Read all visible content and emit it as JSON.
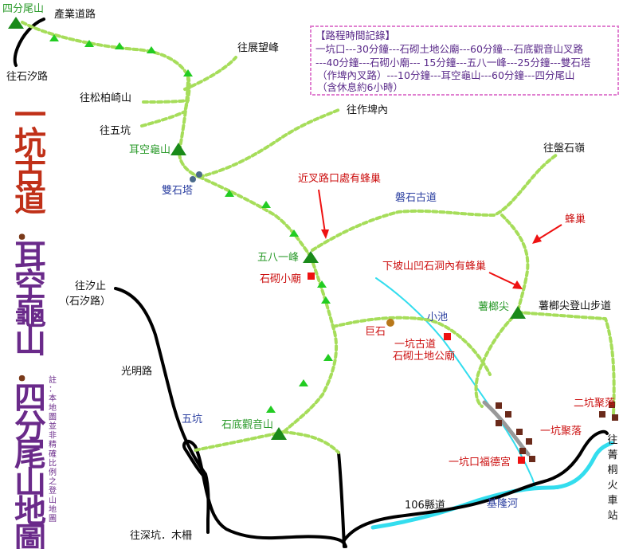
{
  "title_chars": [
    "一",
    "坑",
    "古",
    "道",
    "．",
    "耳",
    "空",
    "龜",
    "山",
    "．",
    "四",
    "分",
    "尾",
    "山",
    "地",
    "圖"
  ],
  "title_colors": {
    "yikeng": "#c03018",
    "erkong": "#6a2a8a",
    "sifen": "#6a2a8a",
    "dot": "#7a3a1a"
  },
  "disclaimer_chars": [
    "註",
    "：",
    "本",
    "地",
    "圖",
    "並",
    "非",
    "精",
    "確",
    "比",
    "例",
    "之",
    "登",
    "山",
    "地",
    "圖"
  ],
  "record_box": {
    "heading": "【路程時間記錄】",
    "lines": [
      "一坑口---30分鐘---石砌土地公廟---60分鐘---石底觀音山叉路",
      "---40分鐘---石砌小廟--- 15分鐘---五八一峰---25分鐘---雙石塔",
      "（作埤內叉路）---10分鐘---耳空龜山---60分鐘---四分尾山",
      "（含休息約6小時）"
    ],
    "border_color": "#e080d0"
  },
  "labels": {
    "sifenweishan": "四分尾山",
    "chanye_road": "產業道路",
    "to_shixi_road": "往石汐路",
    "to_zhanwangfeng": "往展望峰",
    "to_songbaiqi": "往松柏崎山",
    "to_wukeng": "往五坑",
    "erkongguishan": "耳空龜山",
    "to_zuopinei": "往作埤內",
    "shuangshita": "雙石塔",
    "to_panshiling": "往盤石嶺",
    "panshi_trail": "磐石古道",
    "wubayifeng": "五八一峰",
    "shiqi_small_temple": "石砌小廟",
    "to_xizhi": "往汐止",
    "xizhi_sub": "（石汐路）",
    "guangming_road": "光明路",
    "jushi": "巨石",
    "xiaochi": "小池",
    "yikeng_trail_1": "一坑古道",
    "yikeng_trail_2": "石砌土地公廟",
    "zhangqijian": "薯榔尖",
    "zhangqijian_trail": "薯榔尖登山步道",
    "erkeng_village": "二坑聚落",
    "yikeng_village": "一坑聚落",
    "yikengkou_temple": "一坑口福德宮",
    "wukeng": "五坑",
    "shidi_guanyinshan": "石底觀音山",
    "county_road_106": "106縣道",
    "keelung_river": "基隆河",
    "to_shenkeng": "往深坑．木柵",
    "to_jingtong_chars": [
      "往",
      "菁",
      "桐",
      "火",
      "車",
      "站"
    ]
  },
  "notes": {
    "bee_nest_fork": "近叉路口處有蜂巢",
    "bee_nest": "蜂巢",
    "bee_nest_cave": "下坡山凹石洞內有蜂巢"
  },
  "colors": {
    "trail": "#a6dd5a",
    "road": "#000000",
    "river": "#33ddee",
    "peak": "#1a8a1a",
    "temple": "#ee1111",
    "village": "#6a2a1a",
    "arrow": "#ee1111"
  }
}
